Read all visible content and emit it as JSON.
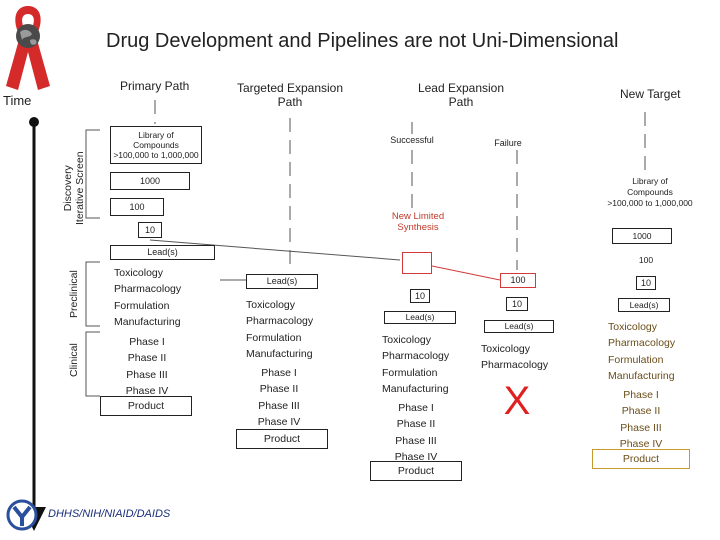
{
  "title": "Drug Development and Pipelines are not Uni-Dimensional",
  "time_label": "Time",
  "footer": "DHHS/NIH/NIAID/DAIDS",
  "phases": {
    "discovery": [
      "Discovery",
      "Iterative Screen"
    ],
    "preclinical": "Preclinical",
    "clinical": "Clinical"
  },
  "colors": {
    "red_ribbon": "#d42a2a",
    "red_box": "#d23a3a",
    "gold_box": "#c79a2a",
    "failure_x": "#e02020",
    "dashed": "#aaaaaa"
  },
  "icons": [
    "red-ribbon-icon",
    "globe-icon",
    "niaid-logo-icon"
  ],
  "columns": {
    "primary": {
      "header": "Primary Path",
      "library": [
        "Library of",
        "Compounds",
        ">100,000 to 1,000,000"
      ],
      "funnel": [
        "1000",
        "100",
        "10"
      ],
      "leads": "Lead(s)",
      "preclinical": [
        "Toxicology",
        "Pharmacology",
        "Formulation",
        "Manufacturing"
      ],
      "clinical": [
        "Phase I",
        "Phase II",
        "Phase III",
        "Phase IV"
      ],
      "product": "Product"
    },
    "targeted": {
      "header": [
        "Targeted Expansion",
        "Path"
      ],
      "leads": "Lead(s)",
      "preclinical": [
        "Toxicology",
        "Pharmacology",
        "Formulation",
        "Manufacturing"
      ],
      "clinical": [
        "Phase I",
        "Phase II",
        "Phase III",
        "Phase IV"
      ],
      "product": "Product"
    },
    "lead_expansion": {
      "header": [
        "Lead Expansion",
        "Path"
      ],
      "successful": "Successful",
      "failure": "Failure",
      "synthesis": [
        "New Limited",
        "Synthesis"
      ],
      "success_branch": {
        "count": "10",
        "leads": "Lead(s)",
        "preclinical": [
          "Toxicology",
          "Pharmacology",
          "Formulation",
          "Manufacturing"
        ],
        "clinical": [
          "Phase I",
          "Phase II",
          "Phase III",
          "Phase IV"
        ],
        "product": "Product"
      },
      "failure_branch": {
        "funnel": [
          "100",
          "10"
        ],
        "leads": "Lead(s)",
        "preclinical": [
          "Toxicology",
          "Pharmacology"
        ],
        "outcome": "X"
      }
    },
    "new_target": {
      "header": "New Target",
      "library": [
        "Library of",
        "Compounds",
        ">100,000 to 1,000,000"
      ],
      "funnel": [
        "1000",
        "100",
        "10"
      ],
      "leads": "Lead(s)",
      "preclinical": [
        "Toxicology",
        "Pharmacology",
        "Formulation",
        "Manufacturing"
      ],
      "clinical": [
        "Phase I",
        "Phase II",
        "Phase III",
        "Phase IV"
      ],
      "product": "Product"
    }
  }
}
